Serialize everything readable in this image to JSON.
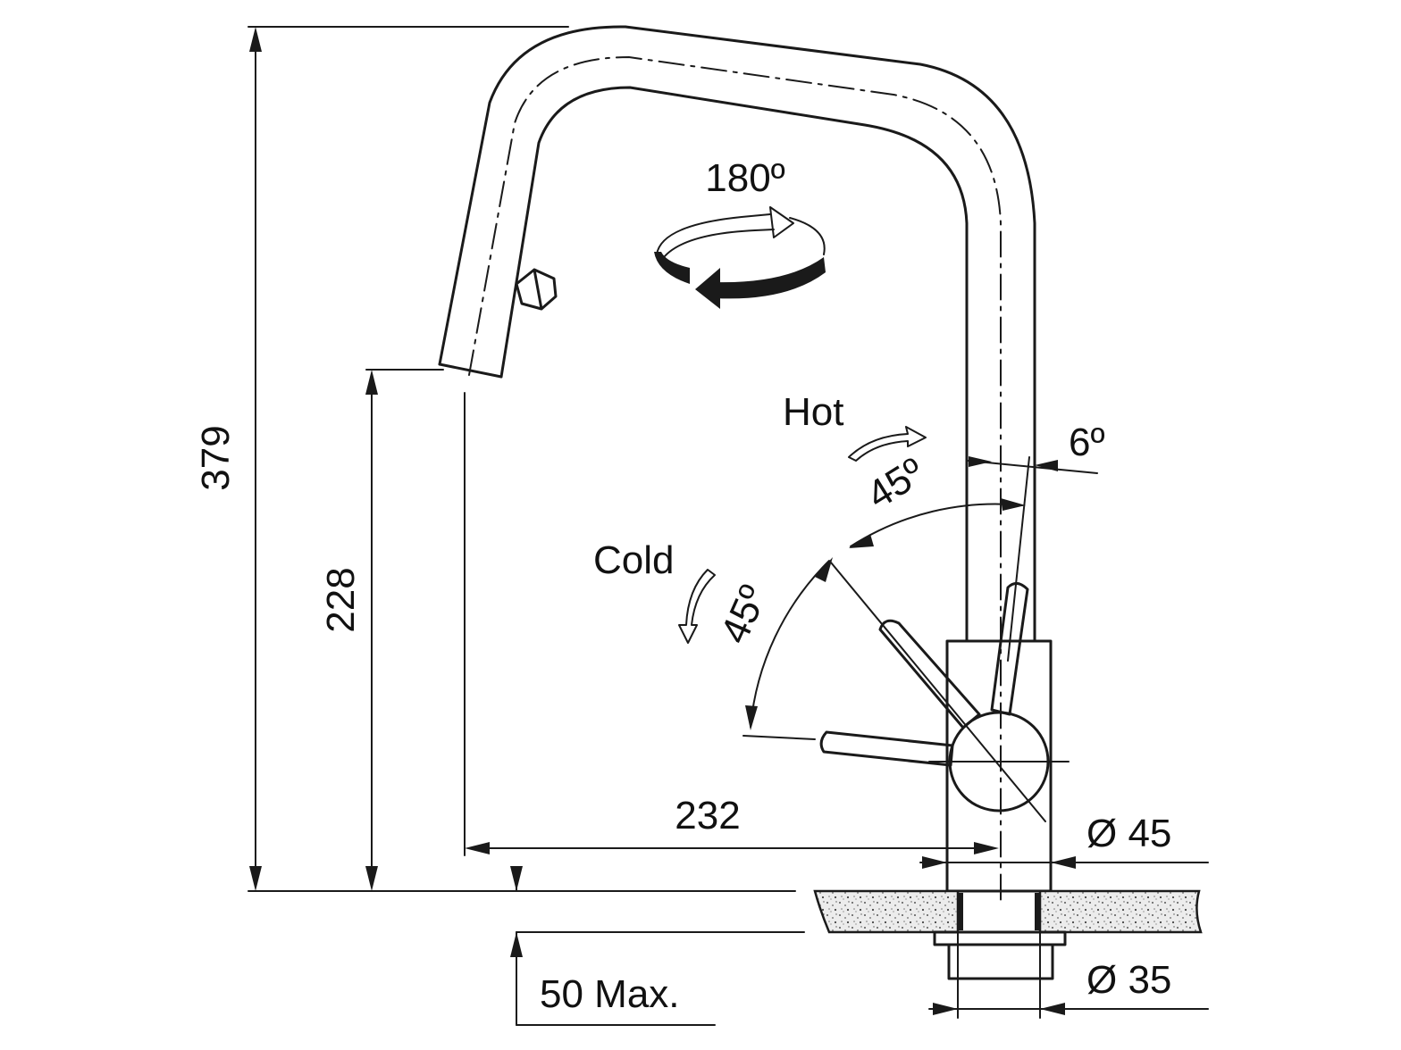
{
  "dimensions": {
    "total_height": "379",
    "spout_height": "228",
    "spout_reach": "232",
    "max_thickness": "50 Max.",
    "body_diameter": "Ø 45",
    "hole_diameter": "Ø 35"
  },
  "angles": {
    "rotation": "180º",
    "hot_angle": "45º",
    "cold_angle": "45º",
    "tilt": "6º"
  },
  "labels": {
    "hot": "Hot",
    "cold": "Cold"
  },
  "colors": {
    "line": "#1a1a1a",
    "background": "#ffffff",
    "worktop_fill": "#e9e9e9"
  }
}
